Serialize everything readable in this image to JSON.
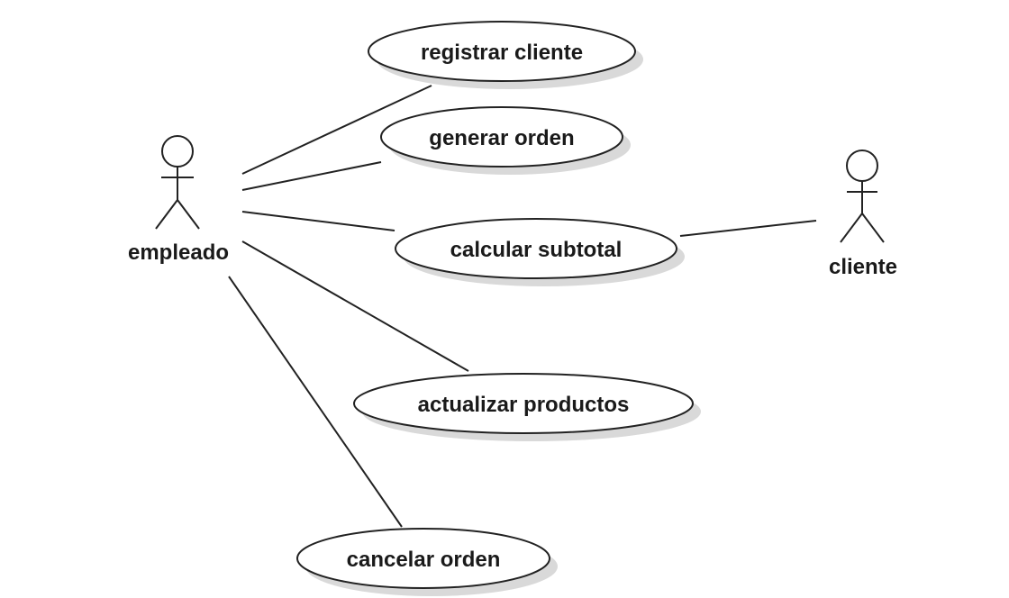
{
  "actors": [
    {
      "id": "empleado",
      "label": "empleado"
    },
    {
      "id": "cliente",
      "label": "cliente"
    }
  ],
  "use_cases": [
    {
      "id": "registrar-cliente",
      "label": "registrar cliente"
    },
    {
      "id": "generar-orden",
      "label": "generar orden"
    },
    {
      "id": "calcular-subtotal",
      "label": "calcular subtotal"
    },
    {
      "id": "actualizar-productos",
      "label": "actualizar productos"
    },
    {
      "id": "cancelar-orden",
      "label": "cancelar orden"
    }
  ],
  "associations": [
    {
      "actor": "empleado",
      "use_case": "registrar-cliente"
    },
    {
      "actor": "empleado",
      "use_case": "generar-orden"
    },
    {
      "actor": "empleado",
      "use_case": "calcular-subtotal"
    },
    {
      "actor": "empleado",
      "use_case": "actualizar-productos"
    },
    {
      "actor": "empleado",
      "use_case": "cancelar-orden"
    },
    {
      "actor": "cliente",
      "use_case": "calcular-subtotal"
    }
  ]
}
